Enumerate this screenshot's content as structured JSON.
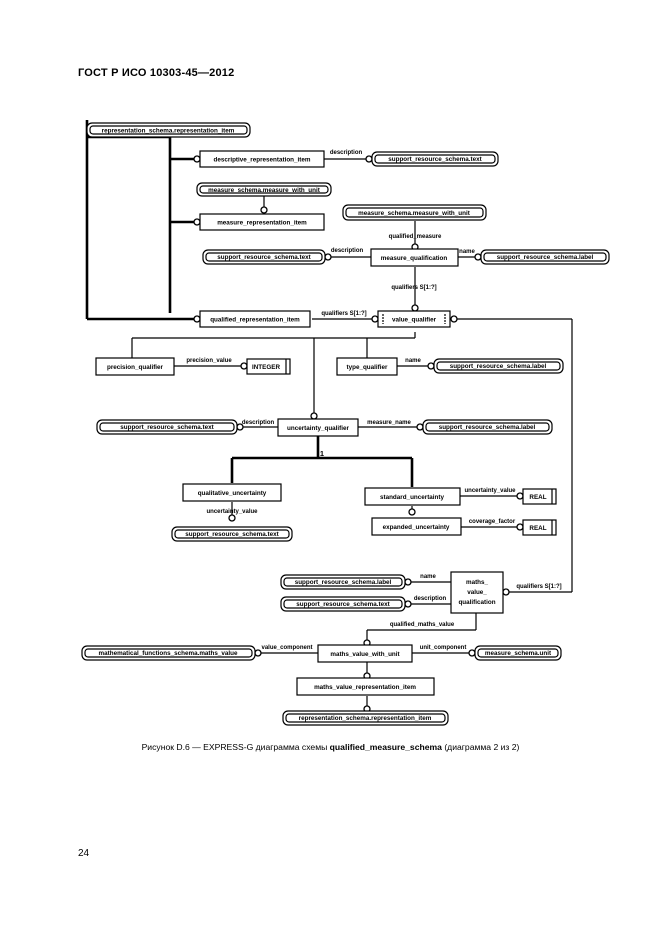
{
  "header": {
    "title": "ГОСТ Р ИСО 10303-45—2012"
  },
  "entities": {
    "rep_schema_item_top": "representation_schema.representation_item",
    "descriptive_rep_item": "descriptive_representation_item",
    "support_text_1": "support_resource_schema.text",
    "measure_with_unit_1": "measure_schema.measure_with_unit",
    "measure_rep_item": "measure_representation_item",
    "measure_with_unit_2": "measure_schema.measure_with_unit",
    "support_text_2": "support_resource_schema.text",
    "measure_qualification": "measure_qualification",
    "support_label_1": "support_resource_schema.label",
    "qualified_rep_item": "qualified_representation_item",
    "value_qualifier": "value_qualifier",
    "precision_qualifier": "precision_qualifier",
    "integer_type": "INTEGER",
    "type_qualifier": "type_qualifier",
    "support_label_2": "support_resource_schema.label",
    "support_text_3": "support_resource_schema.text",
    "uncertainty_qualifier": "uncertainty_qualifier",
    "support_label_3": "support_resource_schema.label",
    "qualitative_uncertainty": "qualitative_uncertainty",
    "standard_uncertainty": "standard_uncertainty",
    "real_type_1": "REAL",
    "support_text_4": "support_resource_schema.text",
    "expanded_uncertainty": "expanded_uncertainty",
    "real_type_2": "REAL",
    "support_label_4": "support_resource_schema.label",
    "support_text_5": "support_resource_schema.text",
    "maths_value_qualification": [
      "maths_",
      "value_",
      "qualification"
    ],
    "maths_value_ref": "mathematical_functions_schema.maths_value",
    "maths_value_with_unit": "maths_value_with_unit",
    "measure_unit_ref": "measure_schema.unit",
    "maths_value_rep_item": "maths_value_representation_item",
    "rep_schema_item_bottom": "representation_schema.representation_item"
  },
  "relations": {
    "description_1": "description",
    "qualified_measure": "qualified_measure",
    "name_1": "name",
    "description_2": "description",
    "qualifiers_1": "qualifiers S[1:?]",
    "qualifiers_2": "qualifiers S[1:?]",
    "precision_value": "precision_value",
    "name_2": "name",
    "description_3": "description",
    "measure_name": "measure_name",
    "one_of": "1",
    "uncertainty_value_1": "uncertainty_value",
    "uncertainty_value_2": "uncertainty_value",
    "coverage_factor": "coverage_factor",
    "name_3": "name",
    "description_4": "description",
    "qualifiers_3": "qualifiers S[1:?]",
    "qualified_maths_value": "qualified_maths_value",
    "value_component": "value_component",
    "unit_component": "unit_component"
  },
  "caption": {
    "prefix": "Рисунок  D.6 — EXPRESS-G диаграмма схемы ",
    "schema": "qualified_measure_schema",
    "suffix": " (диаграмма 2 из 2)"
  },
  "page": {
    "number": "24"
  }
}
